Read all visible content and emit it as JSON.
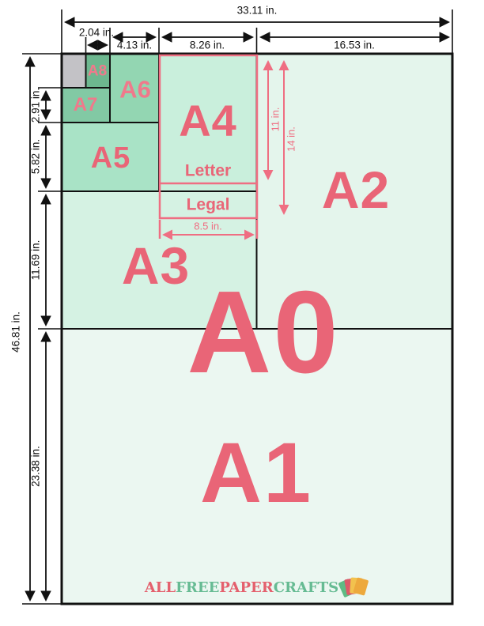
{
  "papers": {
    "a0": "A0",
    "a1": "A1",
    "a2": "A2",
    "a3": "A3",
    "a4": "A4",
    "a5": "A5",
    "a6": "A6",
    "a7": "A7",
    "a8": "A8",
    "letter": "Letter",
    "legal": "Legal"
  },
  "dimensions": {
    "total_width": "33.11 in.",
    "a8_width": "2.04 in.",
    "a6_width": "4.13 in.",
    "a4_width": "8.26 in.",
    "a2_width": "16.53 in.",
    "total_height": "46.81 in.",
    "a7_height": "2.91 in.",
    "a5_height": "5.82 in.",
    "a3_height": "11.69 in.",
    "a1_height": "23.38 in.",
    "letter_height": "11 in.",
    "legal_height": "14 in.",
    "letter_width": "8.5 in."
  },
  "colors": {
    "label_red": "#e96577",
    "small_label_pink": "#f0798b",
    "pink_line": "#ef6e82",
    "outline_black": "#111111",
    "paper_gray": "#c3c2c6",
    "paper_a8": "#6db78f",
    "paper_a7": "#82c9a4",
    "paper_a6": "#93d6b2",
    "paper_a5": "#a9e3c6",
    "paper_a4": "#c9efdc",
    "paper_a3": "#d5f2e3",
    "paper_a2": "#e4f5ec",
    "paper_a1": "#ebf7f1"
  },
  "logo": {
    "segments": [
      {
        "text": "ALL",
        "color": "#e4606d"
      },
      {
        "text": "FREE",
        "color": "#66bb93"
      },
      {
        "text": "PAPER",
        "color": "#e4606d"
      },
      {
        "text": "CRAFTS",
        "color": "#66bb93"
      }
    ]
  }
}
